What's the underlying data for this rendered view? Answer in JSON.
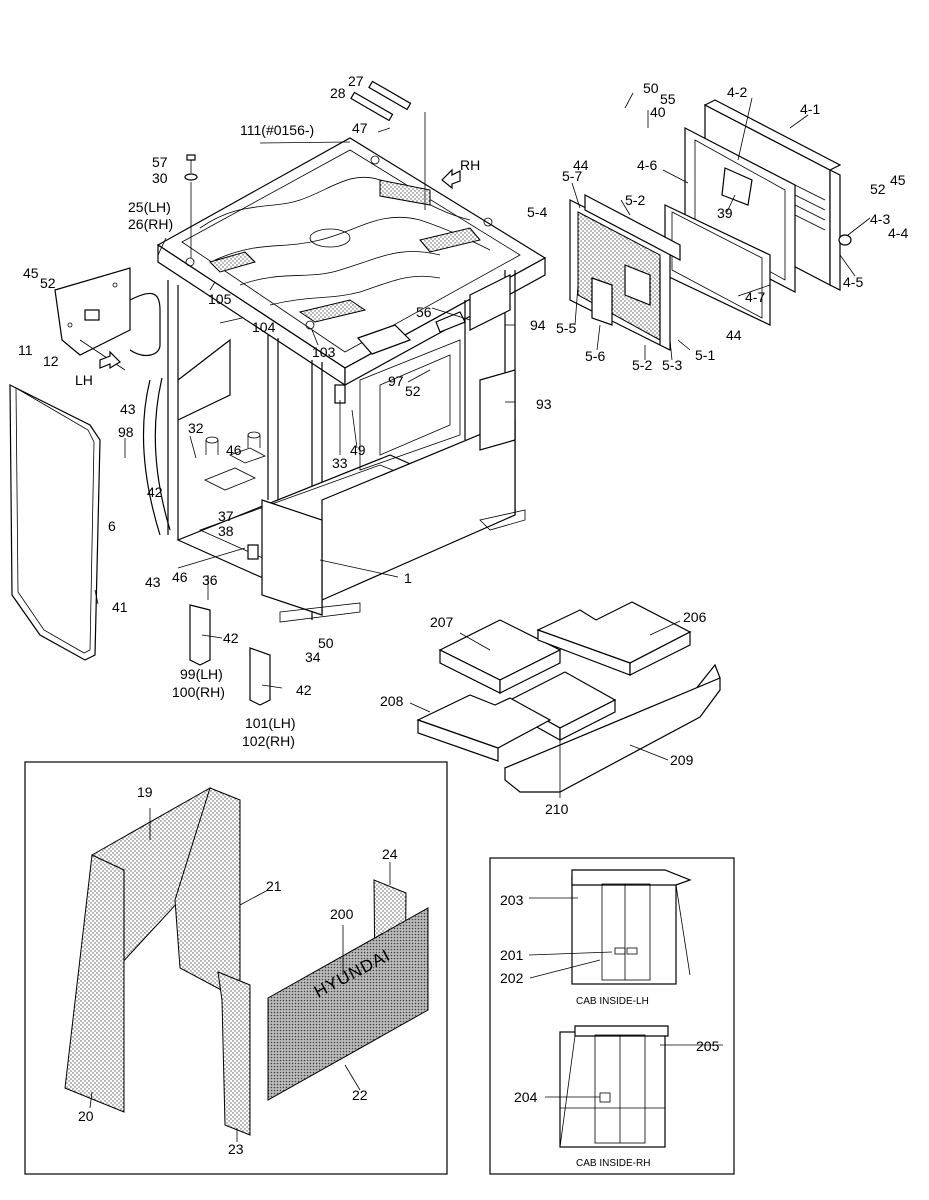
{
  "labels": {
    "l27": "27",
    "l28": "28",
    "l47": "47",
    "l111": "111(#0156-)",
    "l57": "57",
    "l30": "30",
    "l25": "25(LH)",
    "l26": "26(RH)",
    "lRH": "RH",
    "l45a": "45",
    "l52a": "52",
    "l11": "11",
    "l12": "12",
    "lLH": "LH",
    "l105": "105",
    "l104": "104",
    "l103": "103",
    "l56": "56",
    "l94": "94",
    "l97": "97",
    "l52b": "52",
    "l93": "93",
    "l43a": "43",
    "l98": "98",
    "l32": "32",
    "l46a": "46",
    "l33": "33",
    "l49": "49",
    "l42a": "42",
    "l6": "6",
    "l37": "37",
    "l38": "38",
    "l43b": "43",
    "l46b": "46",
    "l36": "36",
    "l1": "1",
    "l41": "41",
    "l42b": "42",
    "l99": "99(LH)",
    "l100": "100(RH)",
    "l50b": "50",
    "l34": "34",
    "l42c": "42",
    "l101": "101(LH)",
    "l102": "102(RH)",
    "l50a": "50",
    "l55": "55",
    "l40": "40",
    "l42h": "4-2",
    "l41h": "4-1",
    "l44a": "44",
    "l46h": "4-6",
    "l57h": "5-7",
    "l52h": "5-2",
    "l52k": "52",
    "l45b": "45",
    "l54h": "5-4",
    "l39": "39",
    "l43h": "4-3",
    "l44h": "4-4",
    "l45h": "4-5",
    "l47h": "4-7",
    "l55h": "5-5",
    "l44b": "44",
    "l56h": "5-6",
    "l52i": "5-2",
    "l53h": "5-3",
    "l51h": "5-1",
    "l207": "207",
    "l206": "206",
    "l208": "208",
    "l209": "209",
    "l210": "210",
    "l19": "19",
    "l21": "21",
    "l24": "24",
    "l200": "200",
    "l20": "20",
    "l22": "22",
    "l23": "23",
    "l203": "203",
    "l201": "201",
    "l202": "202",
    "l205": "205",
    "l204": "204"
  },
  "brand_text": "HYUNDAI",
  "captions": {
    "lh": "CAB INSIDE-LH",
    "rh": "CAB INSIDE-RH"
  }
}
